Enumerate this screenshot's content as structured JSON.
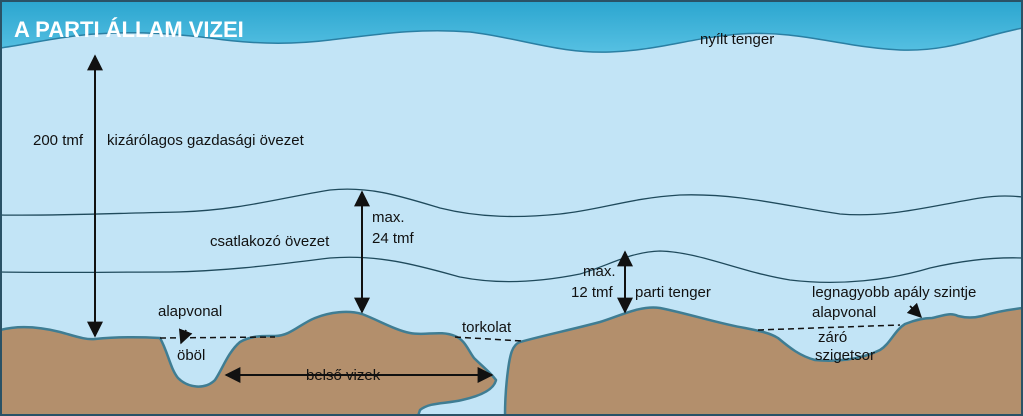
{
  "title": "A PARTI ÁLLAM VIZEI",
  "labels": {
    "open_sea": "nyílt tenger",
    "eez_distance": "200 tmf",
    "eez": "kizárólagos gazdasági övezet",
    "contiguous_max": "max.",
    "contiguous_distance": "24 tmf",
    "contiguous_zone": "csatlakozó övezet",
    "territorial_max": "max.",
    "territorial_distance": "12 tmf",
    "territorial_sea": "parti tenger",
    "baseline_left": "alapvonal",
    "bay": "öböl",
    "estuary": "torkolat",
    "internal_waters": "belső vizek",
    "low_tide_line": "legnagyobb apály szintje",
    "baseline_right": "alapvonal",
    "closing_line_1": "záró",
    "closing_line_2": "szigetsor"
  },
  "colors": {
    "deep_sea": "#3fb2d6",
    "sea": "#c2e4f6",
    "land": "#b38f6c",
    "coast_line": "#3f7d93",
    "border": "#2a5266",
    "arrow": "#111111"
  }
}
